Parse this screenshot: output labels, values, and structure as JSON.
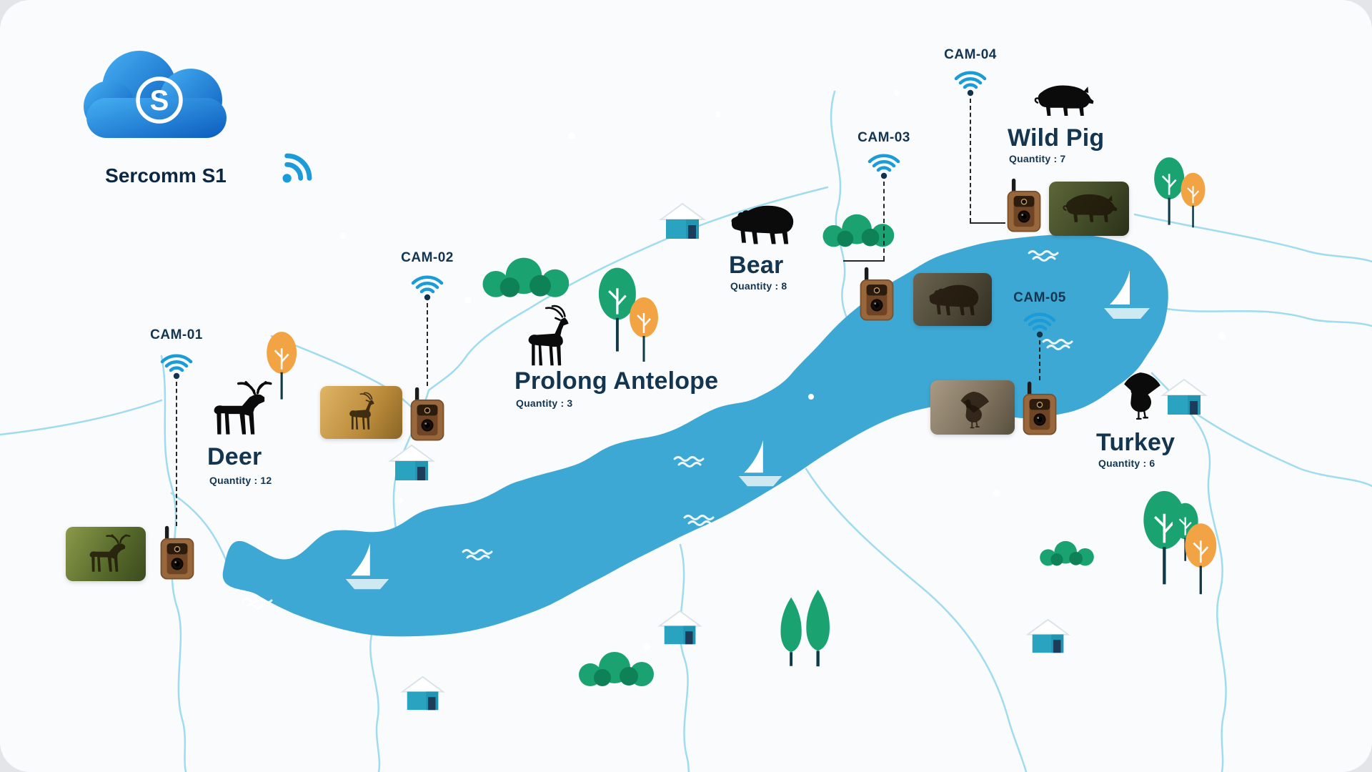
{
  "brand": {
    "name": "Sercomm S1",
    "logo_letter": "S"
  },
  "stations": [
    {
      "id": "CAM-01",
      "animal": "Deer",
      "quantity": "Quantity : 12"
    },
    {
      "id": "CAM-02",
      "animal": "Prolong Antelope",
      "quantity": "Quantity : 3"
    },
    {
      "id": "CAM-03",
      "animal": "Bear",
      "quantity": "Quantity : 8"
    },
    {
      "id": "CAM-04",
      "animal": "Wild Pig",
      "quantity": "Quantity : 7"
    },
    {
      "id": "CAM-05",
      "animal": "Turkey",
      "quantity": "Quantity : 6"
    }
  ],
  "palette": {
    "lake": "#3ea8d4",
    "river": "#9bdaee",
    "tree_green": "#1aa371",
    "tree_orange": "#f2a444",
    "house_teal": "#2aa3c0",
    "navy_text": "#14354f",
    "wifi_blue": "#1b9bd8",
    "camera_brown": "#99673c"
  },
  "icons": {
    "wifi": "wifi-signal-icon",
    "cloud": "sercomm-cloud-logo",
    "camera": "trail-camera-icon",
    "deer": "deer-silhouette-icon",
    "antelope": "antelope-silhouette-icon",
    "bear": "bear-silhouette-icon",
    "wild_pig": "wild-pig-silhouette-icon",
    "turkey": "turkey-silhouette-icon",
    "boat": "sailboat-icon",
    "house": "house-icon",
    "tree": "tree-icon",
    "bush": "bush-icon",
    "wave": "wave-icon"
  }
}
